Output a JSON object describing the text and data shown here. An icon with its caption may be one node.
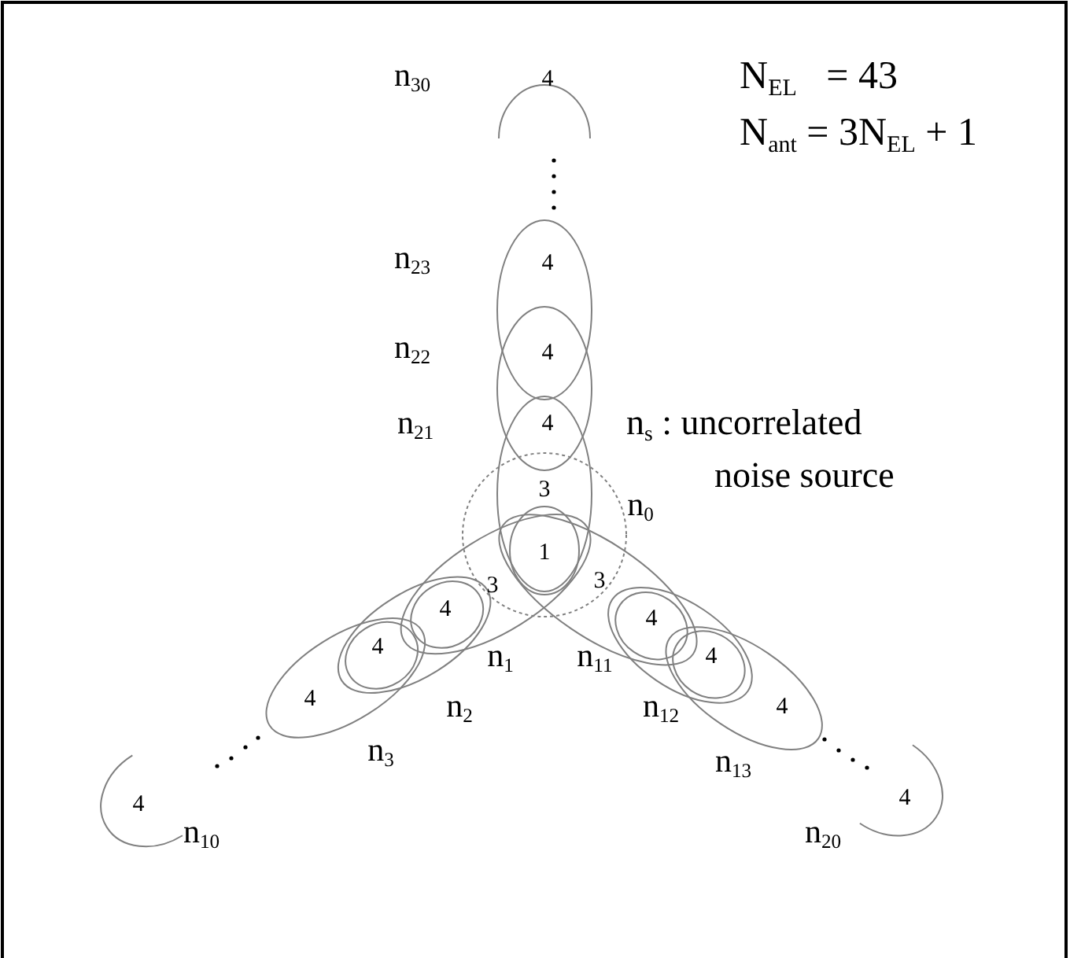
{
  "diagram": {
    "labels": [
      "n$_{30}$",
      "4",
      "N$_{EL}$   = 43",
      "N$_{ant}$ = 3N$_{EL}$ + 1",
      "n$_{23}$",
      "4",
      "n$_{22}$",
      "4",
      "n$_{21}$",
      "4",
      "n$_{s}$ : uncorrelated",
      "noise source",
      "3",
      "n$_{0}$",
      "1",
      "3",
      "3",
      "4",
      "4",
      "4",
      "4",
      "n$_{1}$",
      "n$_{11}$",
      "4",
      "4",
      "n$_{2}$",
      "n$_{12}$",
      "n$_{3}$",
      "n$_{13}$",
      "4",
      "4",
      "n$_{10}$",
      "n$_{20}$"
    ]
  }
}
